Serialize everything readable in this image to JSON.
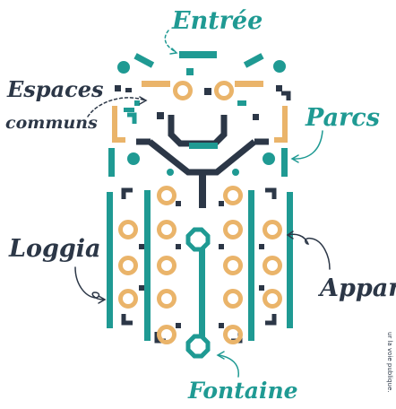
{
  "labels": {
    "entree": "Entrée",
    "espaces_line1": "Espaces",
    "espaces_line2": "communs",
    "parcs": "Parcs",
    "loggia": "Loggia",
    "appart": "Appart",
    "fontaine": "Fontaine",
    "side_note": "ur la voie publique."
  },
  "colors": {
    "teal": "#1f9a93",
    "navy": "#2c3747",
    "orange": "#eab46a"
  }
}
